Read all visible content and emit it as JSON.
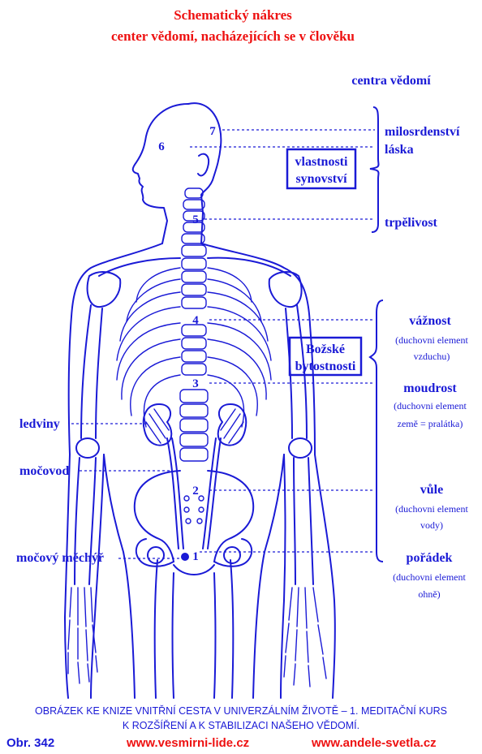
{
  "header": {
    "title_line1": "Schematický nákres",
    "title_line2": "center vědomí, nacházejících se v člověku",
    "centers_heading": "centra vědomí"
  },
  "centers": [
    {
      "number": "7"
    },
    {
      "number": "6"
    },
    {
      "number": "5"
    },
    {
      "number": "4"
    },
    {
      "number": "3"
    },
    {
      "number": "2"
    },
    {
      "number": "1"
    }
  ],
  "groups": {
    "upper_box": [
      "vlastnosti",
      "synovství"
    ],
    "lower_box": [
      "Božské",
      "bytostnosti"
    ]
  },
  "right_labels": {
    "milosrdenstvi": "milosrdenství",
    "laska": "láska",
    "trpelivost": "trpělivost",
    "vaznost": "vážnost",
    "vaznost_note": [
      "(duchovni element",
      "vzduchu)"
    ],
    "moudrost": "moudrost",
    "moudrost_note": [
      "(duchovni element",
      "země = pralátka)"
    ],
    "vule": "vůle",
    "vule_note": [
      "(duchovni element",
      "vody)"
    ],
    "poradek": "pořádek",
    "poradek_note": [
      "(duchovni element",
      "ohně)"
    ]
  },
  "left_labels": {
    "ledviny": "ledviny",
    "mocovod": "močovod",
    "mocovy_mechyr": "močový měchýř"
  },
  "caption": {
    "line1": "OBRÁZEK KE KNIZE VNITŘNÍ CESTA V UNIVERZÁLNÍM ŽIVOTĚ – 1. MEDITAČNÍ KURS",
    "line2": "K ROZŠÍŘENÍ A K STABILIZACI NAŠEHO VĚDOMÍ."
  },
  "footer": {
    "figure_no": "Obr. 342",
    "site1": "www.vesmirni-lide.cz",
    "site2": "www.andele-svetla.cz"
  },
  "colors": {
    "title": "#ee1111",
    "drawing": "#1a1ad6",
    "footer_links": "#ee1111"
  }
}
